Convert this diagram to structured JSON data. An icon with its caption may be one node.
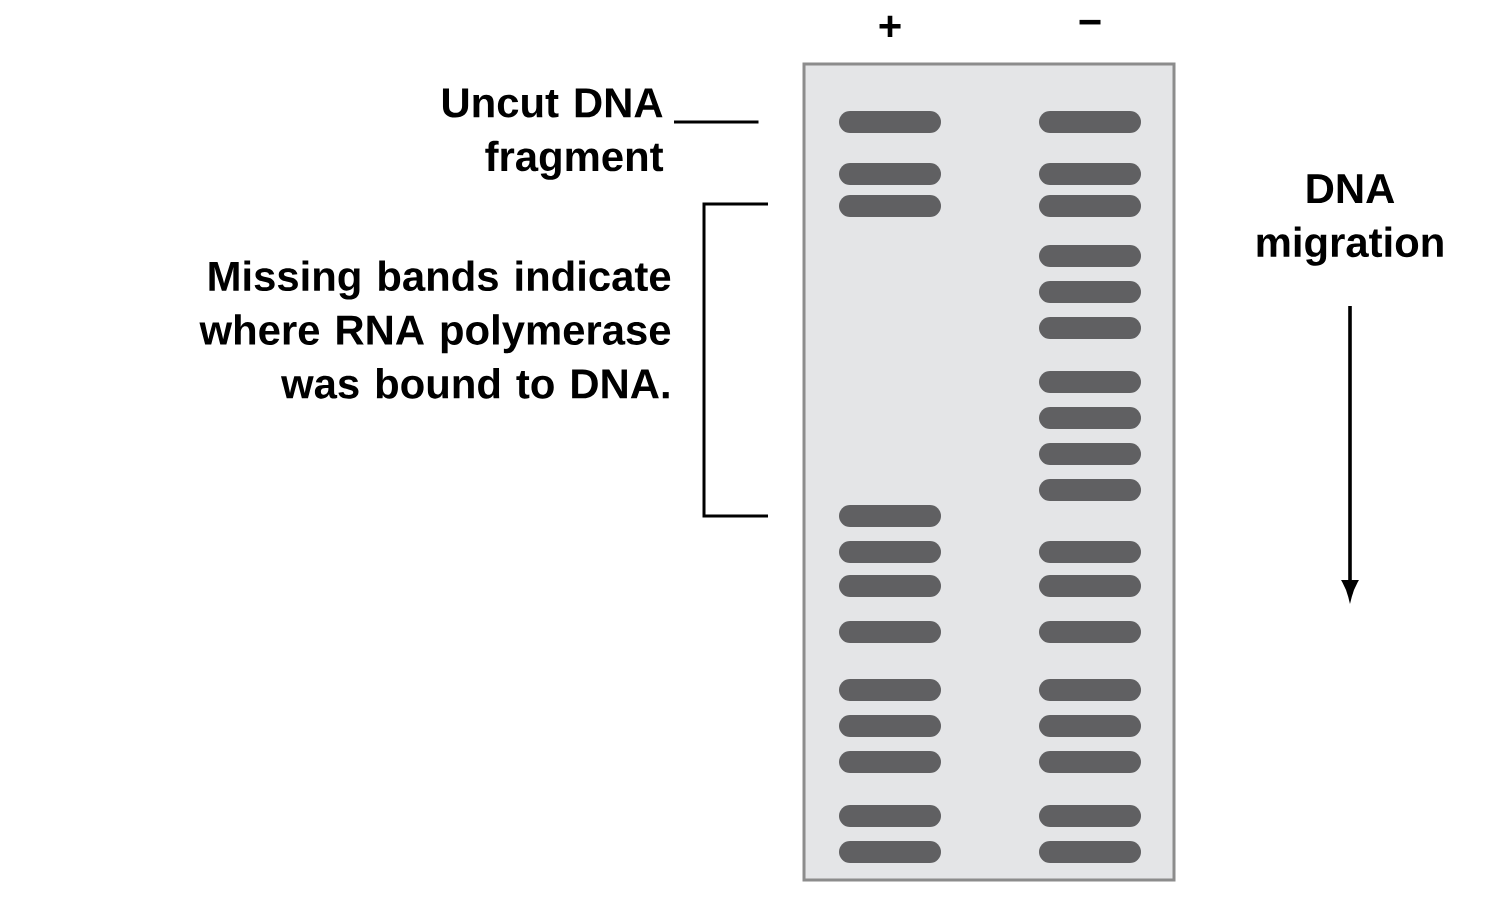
{
  "diagram": {
    "nodes": [
      {
        "text": [
          "Uncut DNA fragment"
        ]
      },
      {
        "text": [],
        "shape": "box"
      }
    ],
    "edges": [
      {
        "from": 0,
        "to": 1,
        "arrow": "none"
      }
    ],
    "labels": [
      "+",
      "−",
      "DNA migration",
      "Missing bands indicate where RNA polymerase was bound to DNA."
    ]
  }
}
